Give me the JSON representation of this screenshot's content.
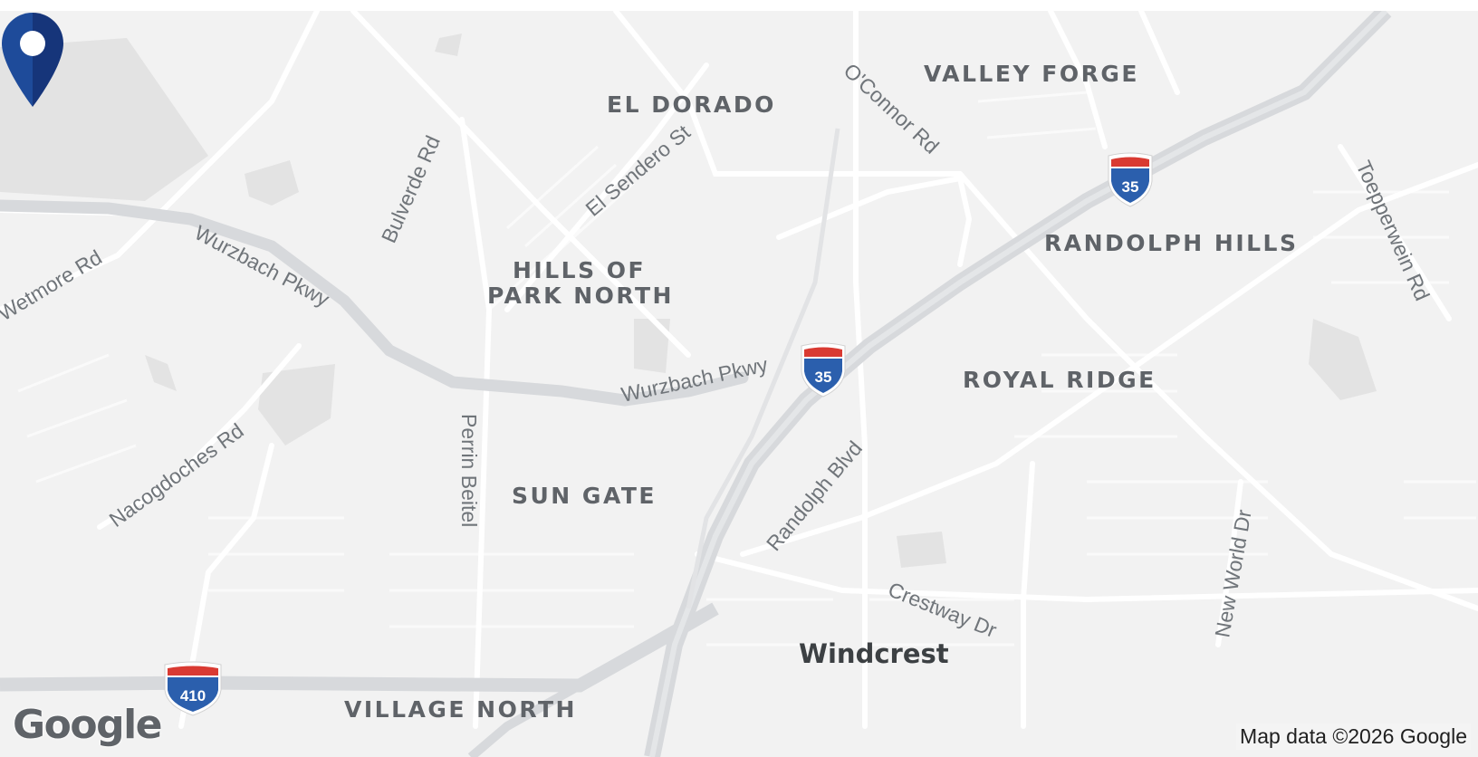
{
  "map": {
    "neighborhoods": [
      {
        "id": "valley-forge",
        "label": "VALLEY FORGE"
      },
      {
        "id": "el-dorado",
        "label": "EL DORADO"
      },
      {
        "id": "randolph-hills",
        "label": "RANDOLPH HILLS"
      },
      {
        "id": "hills-of-park-north",
        "label": "HILLS OF\nPARK NORTH"
      },
      {
        "id": "royal-ridge",
        "label": "ROYAL RIDGE"
      },
      {
        "id": "sun-gate",
        "label": "SUN GATE"
      },
      {
        "id": "village-north",
        "label": "VILLAGE NORTH"
      }
    ],
    "city": {
      "label": "Windcrest"
    },
    "roads": [
      {
        "id": "oconnor-rd",
        "label": "O'Connor Rd"
      },
      {
        "id": "el-sendero-st",
        "label": "El Sendero St"
      },
      {
        "id": "bulverde-rd",
        "label": "Bulverde Rd"
      },
      {
        "id": "wetmore-rd",
        "label": "Wetmore Rd"
      },
      {
        "id": "wurzbach-pkwy-west",
        "label": "Wurzbach Pkwy"
      },
      {
        "id": "wurzbach-pkwy-east",
        "label": "Wurzbach Pkwy"
      },
      {
        "id": "toepperwein-rd",
        "label": "Toepperwein Rd"
      },
      {
        "id": "nacogdoches-rd",
        "label": "Nacogdoches Rd"
      },
      {
        "id": "perrin-beitel",
        "label": "Perrin Beitel"
      },
      {
        "id": "randolph-blvd",
        "label": "Randolph Blvd"
      },
      {
        "id": "crestway-dr",
        "label": "Crestway Dr"
      },
      {
        "id": "new-world-dr",
        "label": "New World Dr"
      }
    ],
    "highway_shields": [
      {
        "id": "i35-north",
        "number": "35"
      },
      {
        "id": "i35-center",
        "number": "35"
      },
      {
        "id": "i410",
        "number": "410"
      }
    ],
    "marker": {
      "icon": "map-pin-icon",
      "color": "#1e3f8c",
      "color_dark": "#1a3576"
    },
    "attribution": "Map data ©2026 Google",
    "logo": "Google",
    "colors": {
      "background": "#f2f2f2",
      "road": "#ffffff",
      "highway": "#dadce0",
      "shield_blue": "#2b5fad",
      "shield_red": "#d93a32",
      "park": "#e0e0e0"
    }
  }
}
